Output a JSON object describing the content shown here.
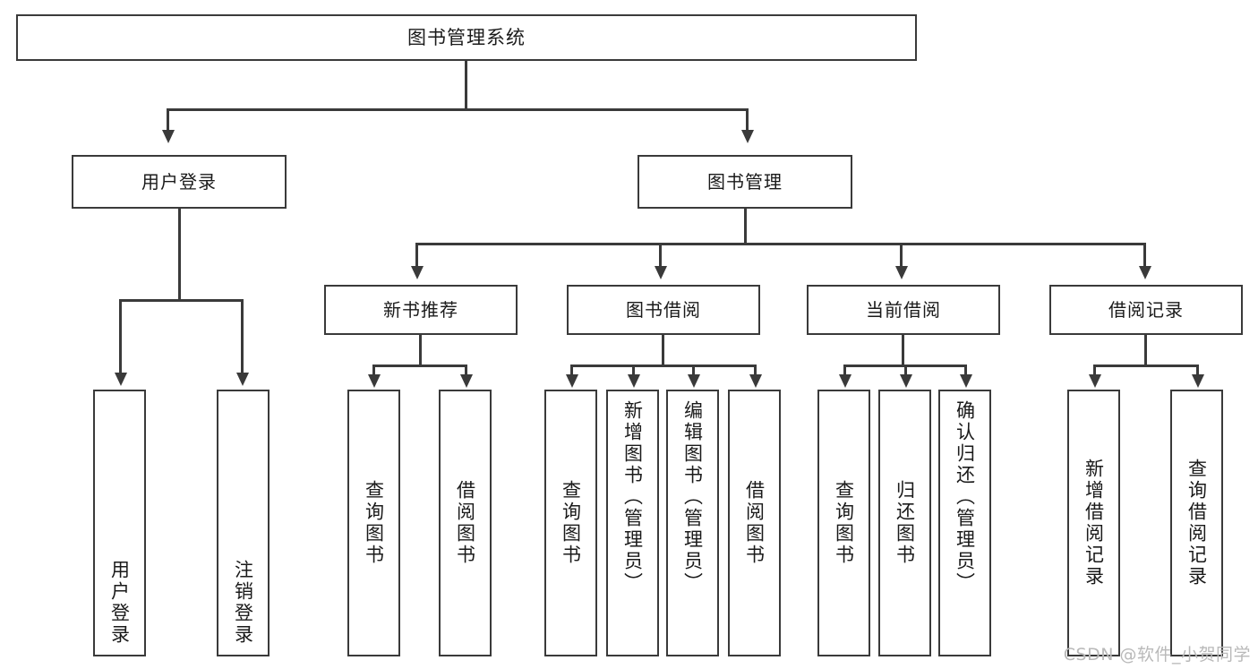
{
  "diagram": {
    "type": "tree",
    "title": "图书管理系统",
    "root": {
      "id": "root",
      "label": "图书管理系统"
    },
    "level2": [
      {
        "id": "user-login",
        "label": "用户登录"
      },
      {
        "id": "book-manage",
        "label": "图书管理"
      }
    ],
    "level3": [
      {
        "id": "new-book-recommend",
        "label": "新书推荐",
        "parent": "book-manage"
      },
      {
        "id": "book-borrow",
        "label": "图书借阅",
        "parent": "book-manage"
      },
      {
        "id": "current-borrow",
        "label": "当前借阅",
        "parent": "book-manage"
      },
      {
        "id": "borrow-record",
        "label": "借阅记录",
        "parent": "book-manage"
      }
    ],
    "leaves": [
      {
        "id": "leaf-user-login",
        "label": "用户登录",
        "parent": "user-login"
      },
      {
        "id": "leaf-logout-login",
        "label": "注销登录",
        "parent": "user-login"
      },
      {
        "id": "leaf-query-book-1",
        "label": "查询图书",
        "parent": "new-book-recommend"
      },
      {
        "id": "leaf-borrow-book-1",
        "label": "借阅图书",
        "parent": "new-book-recommend"
      },
      {
        "id": "leaf-query-book-2",
        "label": "查询图书",
        "parent": "book-borrow"
      },
      {
        "id": "leaf-add-book",
        "label": "新增图书（管理员）",
        "parent": "book-borrow"
      },
      {
        "id": "leaf-edit-book",
        "label": "编辑图书（管理员）",
        "parent": "book-borrow"
      },
      {
        "id": "leaf-borrow-book-2",
        "label": "借阅图书",
        "parent": "book-borrow"
      },
      {
        "id": "leaf-query-book-3",
        "label": "查询图书",
        "parent": "current-borrow"
      },
      {
        "id": "leaf-return-book",
        "label": "归还图书",
        "parent": "current-borrow"
      },
      {
        "id": "leaf-confirm-return",
        "label": "确认归还（管理员）",
        "parent": "current-borrow"
      },
      {
        "id": "leaf-add-record",
        "label": "新增借阅记录",
        "parent": "borrow-record"
      },
      {
        "id": "leaf-query-record",
        "label": "查询借阅记录",
        "parent": "borrow-record"
      }
    ]
  },
  "watermark": {
    "text": "CSDN @软件_小贺同学"
  },
  "colors": {
    "stroke": "#3a3a3a",
    "background": "#ffffff",
    "text": "#1a1a1a",
    "watermark": "#b9b9b9"
  }
}
